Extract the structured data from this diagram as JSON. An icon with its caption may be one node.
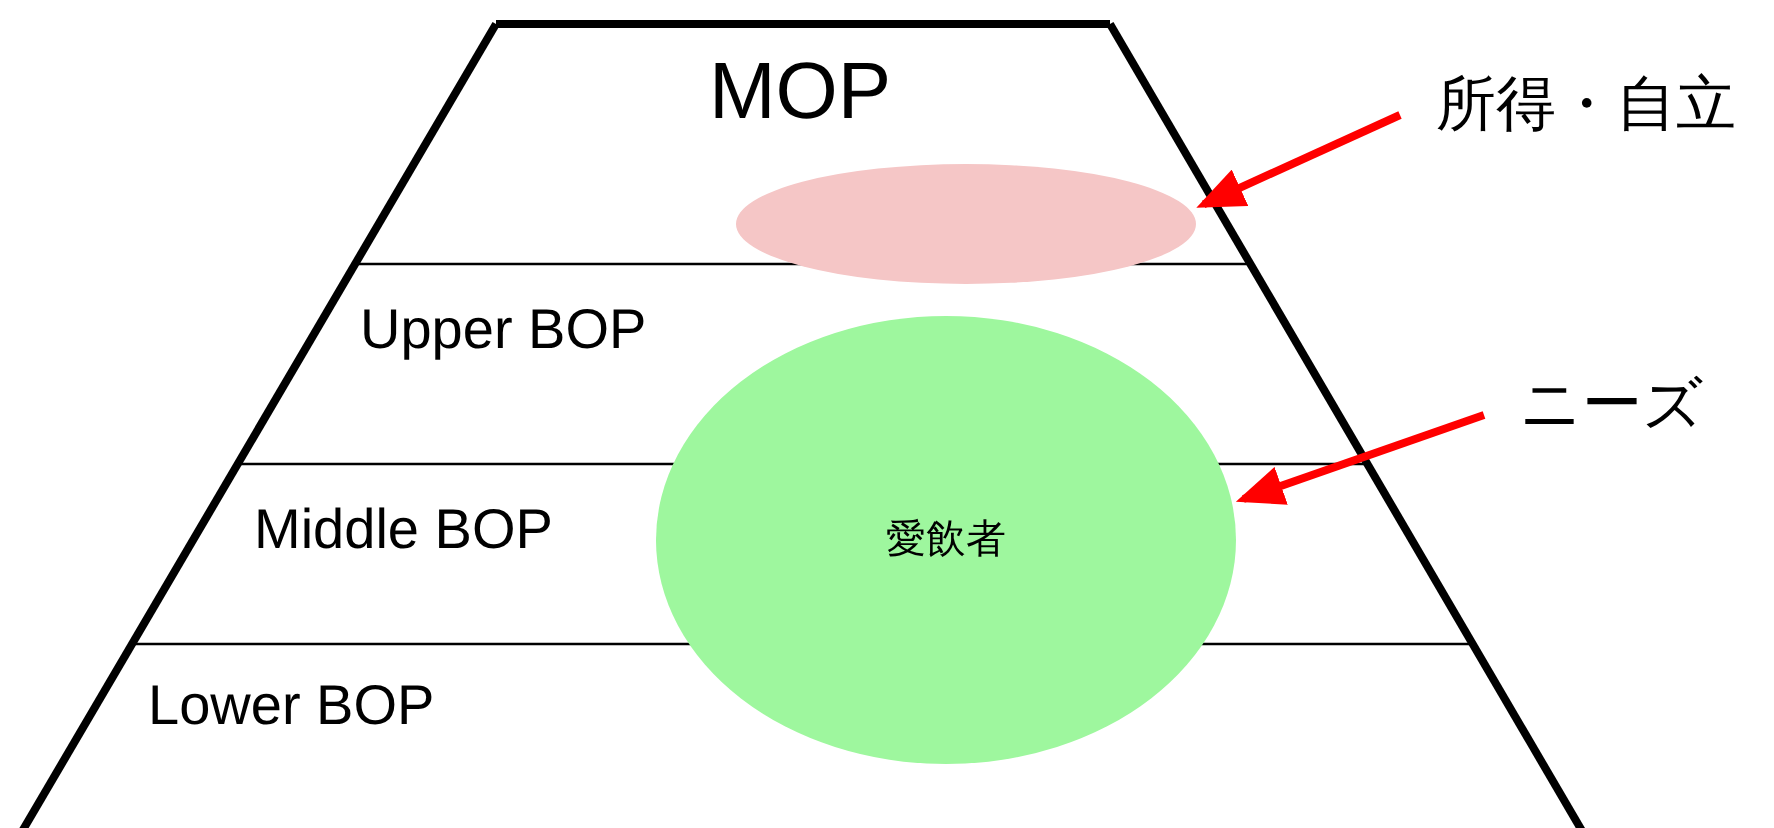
{
  "diagram": {
    "nodes": [
      {
        "text": [
          "MOP"
        ]
      },
      {
        "text": [],
        "shape": "ellipse"
      },
      {
        "text": [
          "Upper BOP"
        ]
      },
      {
        "text": [
          "愛飲者"
        ]
      },
      {
        "text": [
          "Middle BOP"
        ]
      },
      {
        "text": [
          "Lower BOP"
        ]
      },
      {
        "text": [
          "所得・自立"
        ]
      },
      {
        "text": [
          "ニーズ"
        ]
      }
    ],
    "edges": [
      {
        "from": 6,
        "to": 1,
        "arrow": "to"
      },
      {
        "from": 7,
        "to": 3,
        "arrow": "to"
      }
    ]
  }
}
